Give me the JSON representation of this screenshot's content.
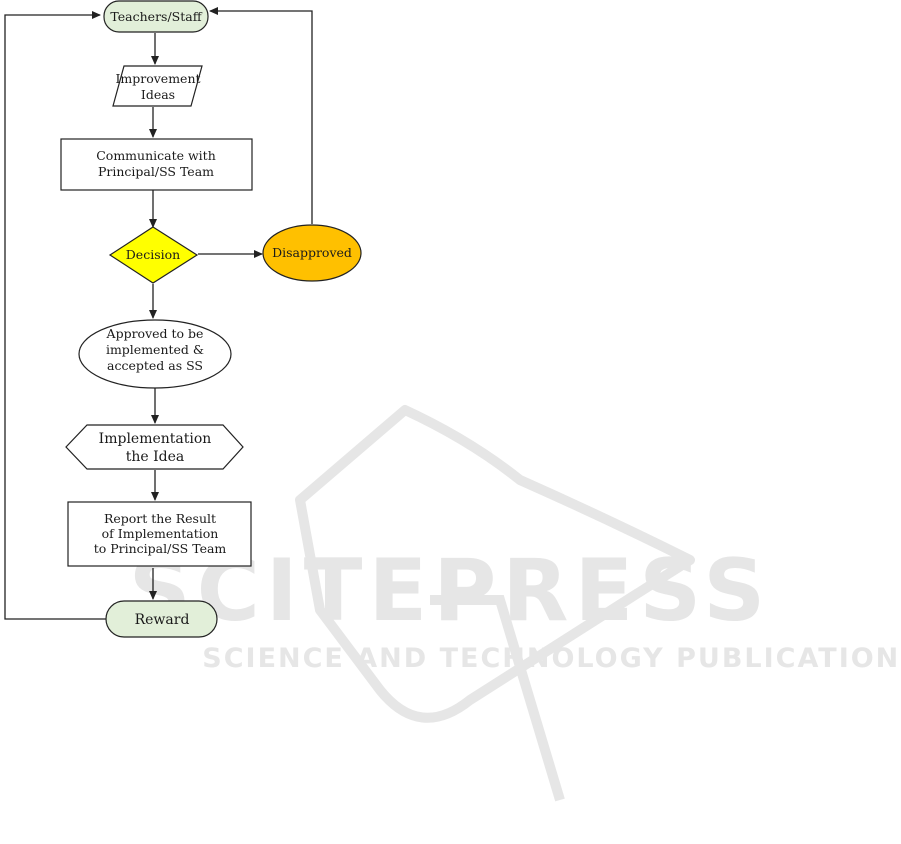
{
  "flowchart": {
    "start_node": "Teachers/Staff",
    "ideas_node": [
      "Improvement",
      "Ideas"
    ],
    "communicate_node": [
      "Communicate with",
      "Principal/SS Team"
    ],
    "decision_node": "Decision",
    "disapproved_node": "Disapproved",
    "approved_node": [
      "Approved to be",
      "implemented &",
      "accepted as SS"
    ],
    "implementation_node": [
      "Implementation",
      "the Idea"
    ],
    "report_node": [
      "Report the Result",
      "of Implementation",
      "to Principal/SS Team"
    ],
    "reward_node": "Reward"
  },
  "watermark": {
    "brand": "SCITEPRESS",
    "tagline": "SCIENCE AND TECHNOLOGY PUBLICATIONS"
  },
  "colors": {
    "terminal_fill": "#e2efd9",
    "decision_fill": "#ffff00",
    "disapproved_fill": "#ffc000",
    "stroke": "#222222",
    "watermark": "#e6e6e6"
  }
}
